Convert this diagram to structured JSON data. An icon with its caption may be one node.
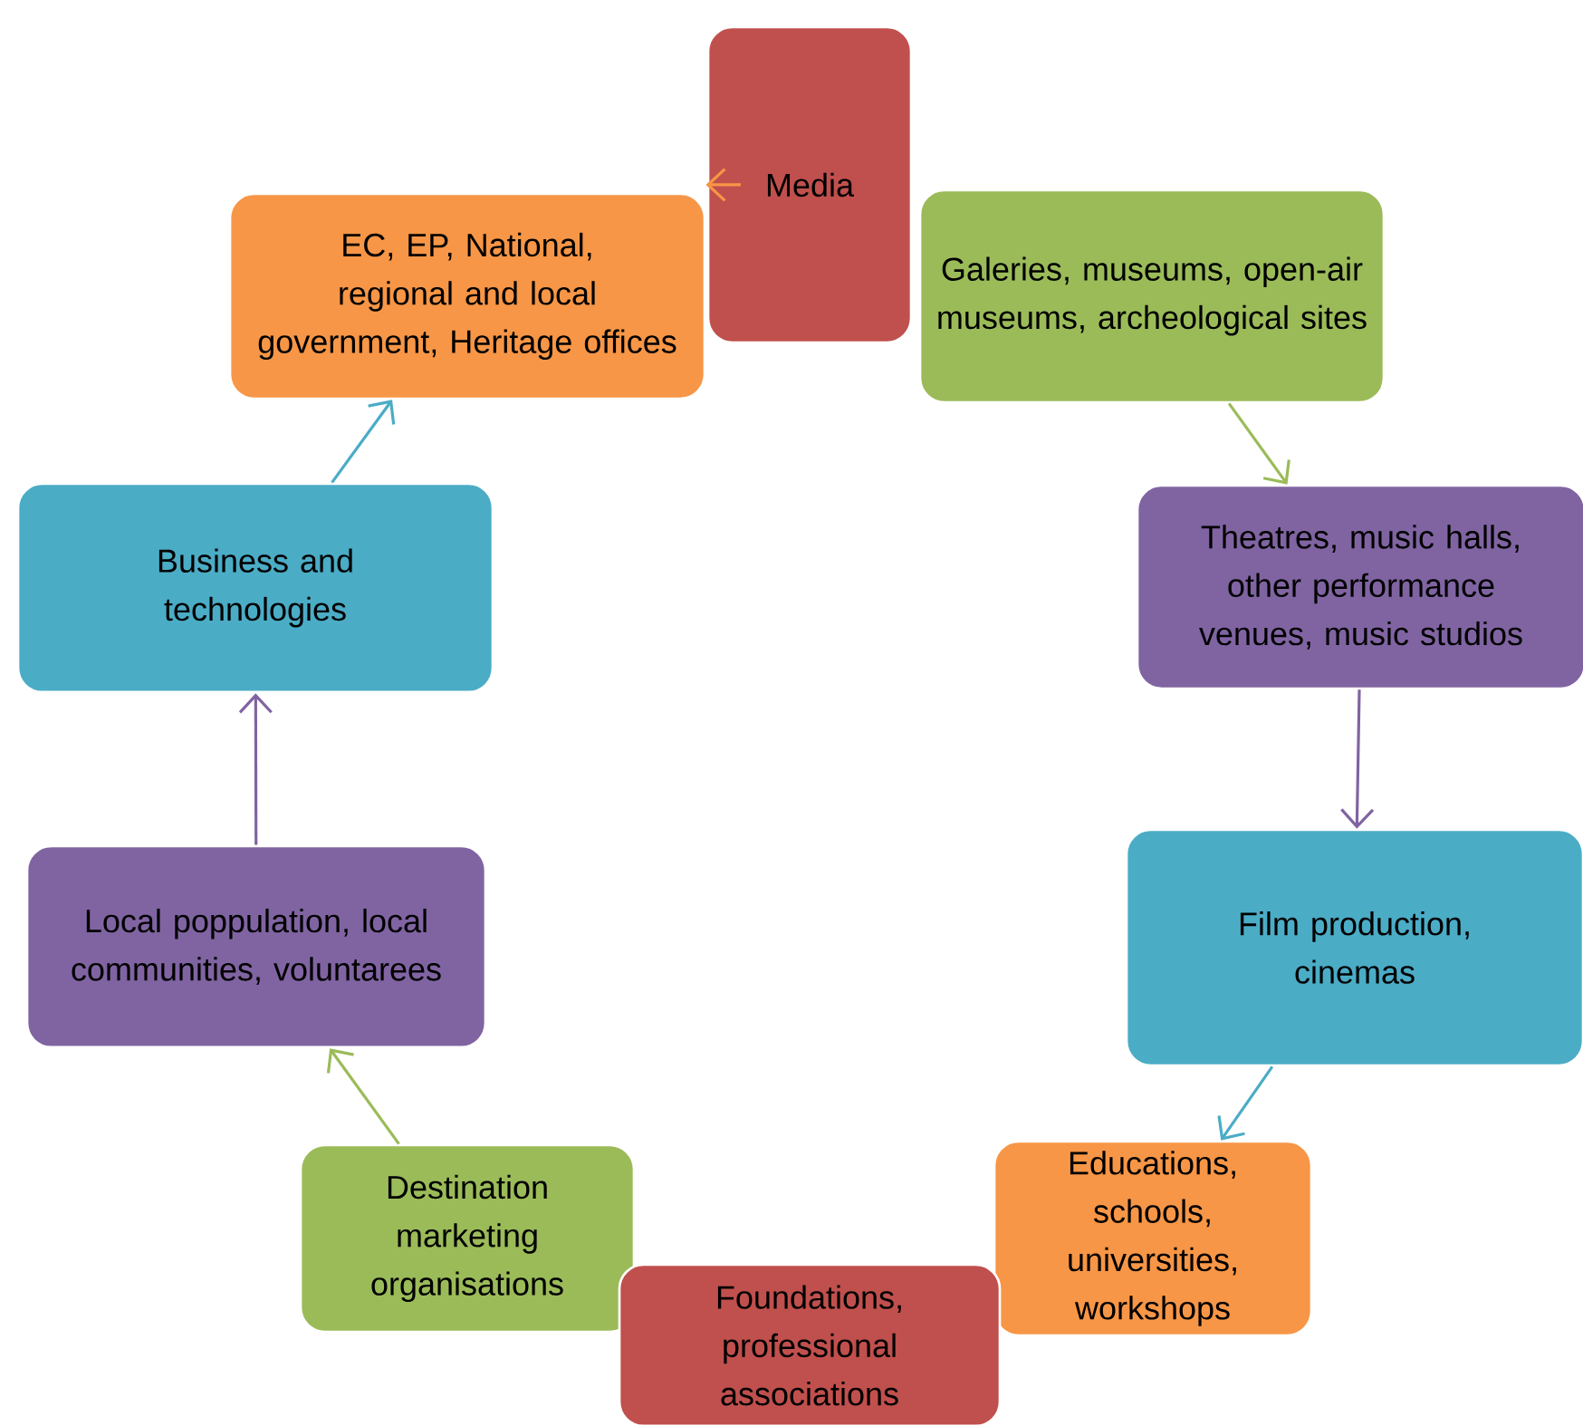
{
  "diagram": {
    "nodes": [
      {
        "text": [
          "Media"
        ]
      },
      {
        "text": [
          "EC, EP, National, regional and local government, Heritage offices"
        ]
      },
      {
        "text": [
          "Galeries, museums, open-air museums, archeological sites"
        ]
      },
      {
        "text": [
          "Business and technologies"
        ]
      },
      {
        "text": [
          "Theatres,  music halls, other performance venues, music studios"
        ]
      },
      {
        "text": [
          "Local poppulation, local communities, voluntarees"
        ]
      },
      {
        "text": [
          "Film production, cinemas"
        ]
      },
      {
        "text": [
          "Destination marketing organisations"
        ]
      },
      {
        "text": [
          "Educations, schools, universities, workshops"
        ]
      },
      {
        "text": [
          "Foundations, professional associations"
        ]
      }
    ],
    "edges": [
      {
        "from": 0,
        "to": 1,
        "arrow": "to",
        "color": "#f79646"
      },
      {
        "from": 2,
        "to": 4,
        "arrow": "to",
        "color": "#9bbb59"
      },
      {
        "from": 4,
        "to": 6,
        "arrow": "to",
        "color": "#8064a2"
      },
      {
        "from": 6,
        "to": 8,
        "arrow": "to",
        "color": "#4bacc6"
      },
      {
        "from": 7,
        "to": 5,
        "arrow": "to",
        "color": "#9bbb59"
      },
      {
        "from": 5,
        "to": 3,
        "arrow": "to",
        "color": "#8064a2"
      },
      {
        "from": 3,
        "to": 1,
        "arrow": "to",
        "color": "#4bacc6"
      }
    ]
  }
}
